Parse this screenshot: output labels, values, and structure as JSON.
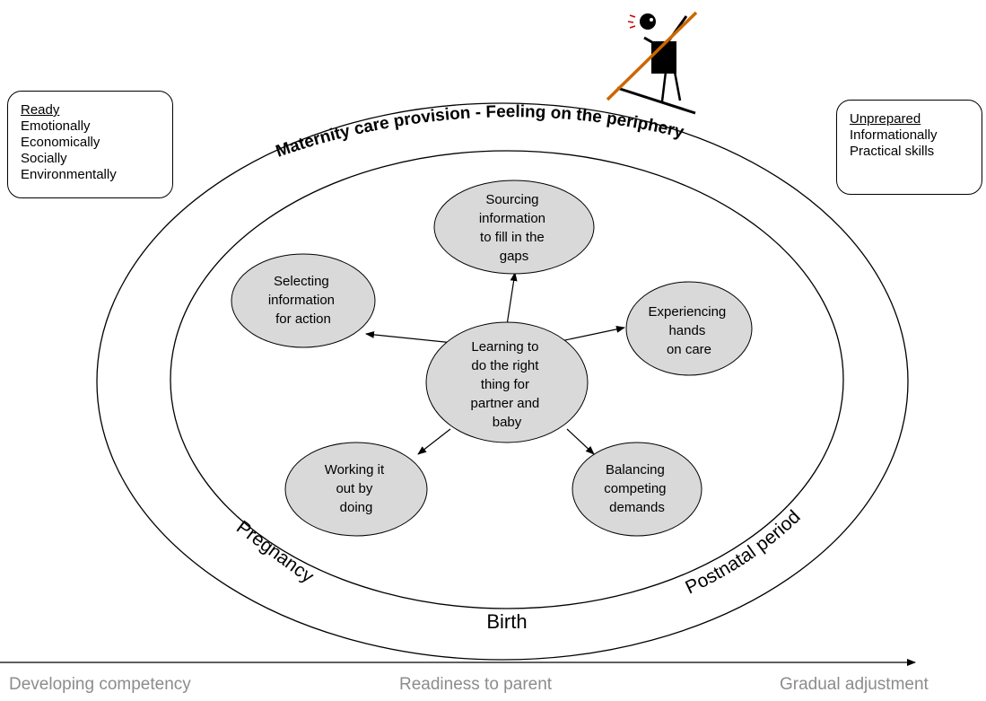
{
  "ready_box": {
    "header": "Ready",
    "items": [
      "Emotionally",
      "Economically",
      "Socially",
      "Environmentally"
    ]
  },
  "unprepared_box": {
    "header": "Unprepared",
    "items": [
      "Informationally",
      "Practical skills"
    ]
  },
  "outer_ring_label": "Maternity care provision - Feeling on the periphery",
  "phases": {
    "left": "Pregnancy",
    "right": "Postnatal period",
    "bottom": "Birth"
  },
  "center": {
    "lines": [
      "Learning to",
      "do the right",
      "thing for",
      "partner and",
      "baby"
    ]
  },
  "nodes": [
    {
      "id": "sourcing",
      "lines": [
        "Sourcing",
        "information",
        "to fill in the",
        "gaps"
      ]
    },
    {
      "id": "selecting",
      "lines": [
        "Selecting",
        "information",
        "for action"
      ]
    },
    {
      "id": "experiencing",
      "lines": [
        "Experiencing",
        "hands",
        "on care"
      ]
    },
    {
      "id": "working",
      "lines": [
        "Working it",
        "out by",
        "doing"
      ]
    },
    {
      "id": "balancing",
      "lines": [
        "Balancing",
        "competing",
        "demands"
      ]
    }
  ],
  "timeline": {
    "left": "Developing competency",
    "middle": "Readiness to parent",
    "right": "Gradual adjustment"
  },
  "colors": {
    "node_fill": "#d9d9d9",
    "stick_color": "#cc6600",
    "timeline_text": "#8c8c8c"
  }
}
